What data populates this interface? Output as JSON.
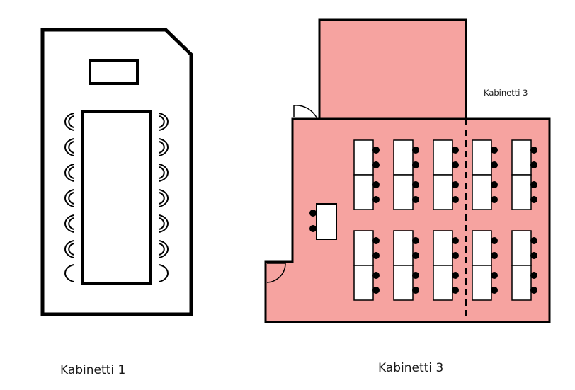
{
  "rooms": {
    "room1": {
      "caption": "Kabinetti 1"
    },
    "room3": {
      "caption": "Kabinetti 3",
      "inner_label": "Kabinetti 3"
    }
  },
  "colors": {
    "room3_fill": "#f6a3a0",
    "line": "#000000",
    "furniture": "#ffffff"
  }
}
